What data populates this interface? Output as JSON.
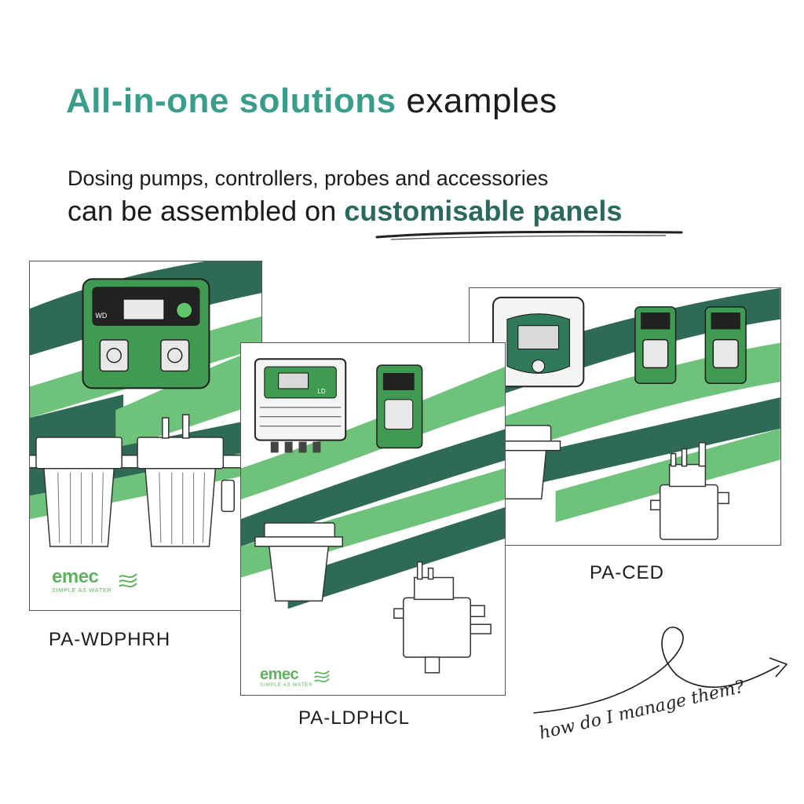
{
  "headline": {
    "accent": "All-in-one solutions",
    "rest": "examples"
  },
  "subline1": "Dosing pumps, controllers, probes and accessories",
  "subline2": {
    "plain": "can be assembled on",
    "accent": "customisable panels"
  },
  "panels": [
    {
      "caption": "PA-WDPHRH",
      "device_label": "WD",
      "logo": {
        "brand": "emec",
        "tagline": "SIMPLE AS WATER"
      }
    },
    {
      "caption": "PA-LDPHCL",
      "device_label": "LD",
      "logo": {
        "brand": "emec",
        "tagline": "SIMPLE AS WATER"
      }
    },
    {
      "caption": "PA-CED"
    }
  ],
  "note": "how do I manage them?",
  "colors": {
    "teal": "#3a9c8a",
    "dark_green": "#2a6a5c",
    "stripe_dark": "#2f6a57",
    "stripe_light": "#6fc27a",
    "device_green": "#45a85a"
  }
}
